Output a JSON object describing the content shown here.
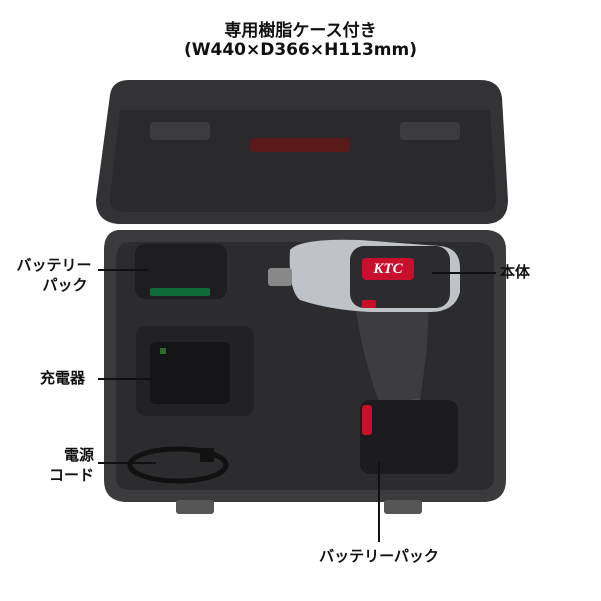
{
  "header": {
    "title": "専用樹脂ケース付き",
    "dimensions": "(W440×D366×H113mm)"
  },
  "labels": {
    "battery_left_line1": "バッテリー",
    "battery_left_line2": "パック",
    "charger": "充電器",
    "cord_line1": "電源",
    "cord_line2": "コード",
    "body": "本体",
    "battery_bottom": "バッテリーパック"
  },
  "brand": {
    "logo_text": "KTC",
    "accent": "#c8102e"
  },
  "colors": {
    "case": "#3a3a3c",
    "case_dark": "#242426",
    "tool_silver": "#bfc2c6"
  }
}
